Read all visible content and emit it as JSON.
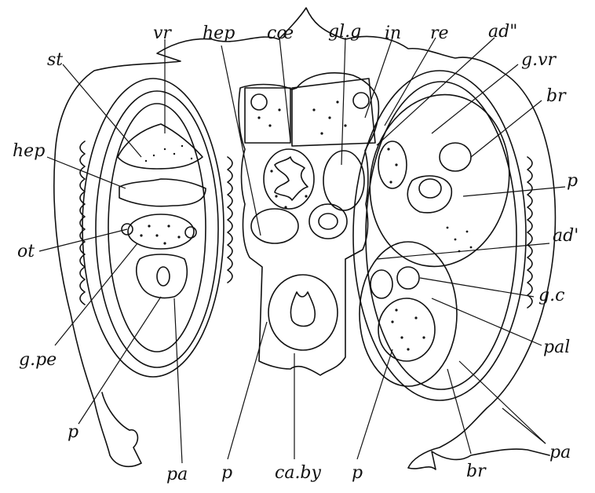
{
  "figure": {
    "labels": {
      "vr_top": "vr",
      "hep_top": "hep",
      "coe": "cœ",
      "gl_g": "gl.g",
      "in": "in",
      "re": "re",
      "ad_dd": "ad\"",
      "g_vr": "g.vr",
      "br_right": "br",
      "st": "st",
      "hep_left": "hep",
      "p_right": "p",
      "ad_d": "ad'",
      "ot": "ot",
      "g_c": "g.c",
      "g_pe": "g.pe",
      "pal": "pal",
      "p_left": "p",
      "pa_left": "pa",
      "p_mid": "p",
      "ca_by": "ca.by",
      "p_lower": "p",
      "br_bottom": "br",
      "pa_right": "pa"
    }
  }
}
